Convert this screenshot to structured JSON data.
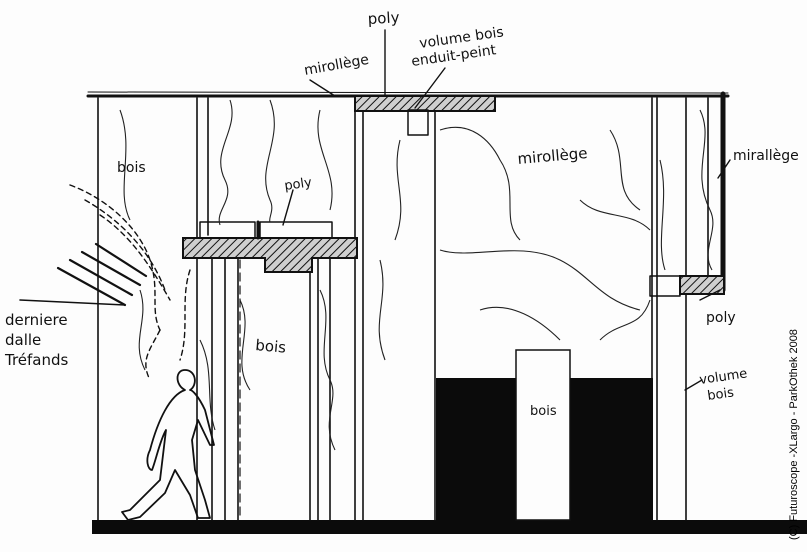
{
  "labels": {
    "poly_top": "poly",
    "volume_bois_top_line1": "volume bois",
    "volume_bois_top_line2": "enduit-peint",
    "mirollege_top": "mirollège",
    "bois_left": "bois",
    "poly_left": "poly",
    "mirollege_center": "mirollège",
    "mirallege_right": "mirallège",
    "poly_right": "poly",
    "bois_center_left": "bois",
    "bois_bottom": "bois",
    "volume_bois_right_line1": "volume",
    "volume_bois_right_line2": "bois",
    "derniere_line1": "derniere",
    "derniere_line2": "dalle",
    "derniere_line3": "Tréfands"
  },
  "credit": "(C) Futuroscope -XLargo - ParkOthek 2008",
  "colors": {
    "ink": "#111111",
    "paper": "#fdfdfd",
    "fill_black": "#0b0b0b"
  }
}
